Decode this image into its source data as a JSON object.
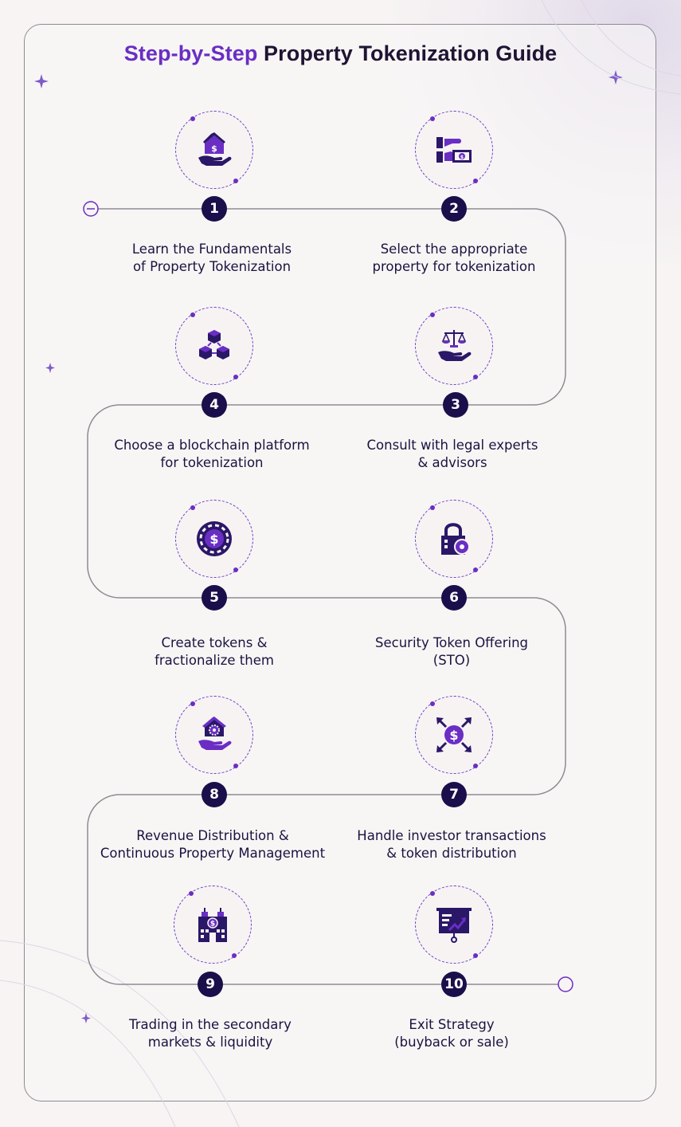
{
  "title": {
    "accent": "Step-by-Step",
    "rest": "Property Tokenization Guide"
  },
  "colors": {
    "accent": "#6a2ec4",
    "navy": "#1a0f4a",
    "line": "#8d8b93"
  },
  "steps": [
    {
      "number": "1",
      "line1": "Learn the Fundamentals",
      "line2": "of Property Tokenization",
      "icon": "house-dollar-hand-icon"
    },
    {
      "number": "2",
      "line1": "Select the appropriate",
      "line2": "property for tokenization",
      "icon": "hand-cash-icon"
    },
    {
      "number": "3",
      "line1": "Consult with legal experts",
      "line2": "& advisors",
      "icon": "scales-hand-icon"
    },
    {
      "number": "4",
      "line1": "Choose a blockchain platform",
      "line2": "for tokenization",
      "icon": "blocks-icon"
    },
    {
      "number": "5",
      "line1": "Create tokens &",
      "line2": "fractionalize them",
      "icon": "coin-token-icon"
    },
    {
      "number": "6",
      "line1": "Security Token Offering",
      "line2": "(STO)",
      "icon": "lock-icon"
    },
    {
      "number": "7",
      "line1": "Handle investor transactions",
      "line2": "& token distribution",
      "icon": "dollar-arrows-icon"
    },
    {
      "number": "8",
      "line1": "Revenue Distribution &",
      "line2": "Continuous Property Management",
      "icon": "house-gear-hand-icon"
    },
    {
      "number": "9",
      "line1": "Trading in the secondary",
      "line2": "markets & liquidity",
      "icon": "building-dollar-icon"
    },
    {
      "number": "10",
      "line1": "Exit Strategy",
      "line2": "(buyback or sale)",
      "icon": "presentation-chart-icon"
    }
  ]
}
